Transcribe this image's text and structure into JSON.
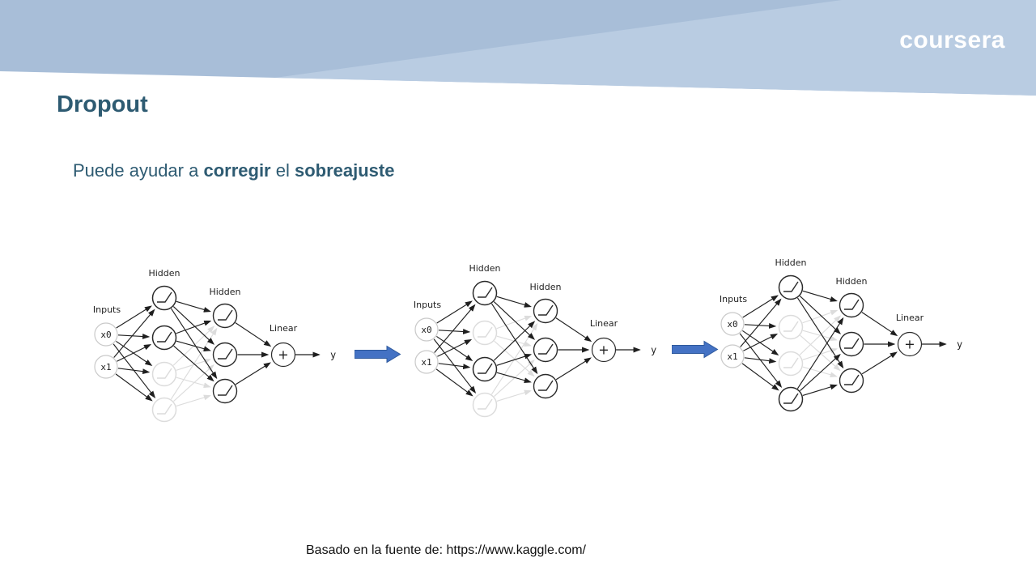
{
  "slide": {
    "logo_text": "coursera",
    "title": "Dropout",
    "subtitle": {
      "part1": "Puede ayudar a ",
      "bold1": "corregir",
      "part2": " el ",
      "bold2": "sobreajuste"
    },
    "footer": "Basado en la fuente de: https://www.kaggle.com/"
  },
  "colors": {
    "band_base": "#a8bed8",
    "band_light": "#b9cce2",
    "title_text": "#2e5b72",
    "arrow_fill": "#4472c4",
    "arrow_stroke": "#2e599c",
    "edge_dark": "#1f1f1f",
    "edge_light": "#dcdcdc",
    "input_circle": "#c9c9c9"
  },
  "diagram_labels": {
    "inputs": "Inputs",
    "hidden1": "Hidden",
    "hidden2": "Hidden",
    "linear": "Linear",
    "x0": "x0",
    "x1": "x1",
    "plus": "+",
    "y": "y"
  },
  "diagrams": [
    {
      "name": "network-diagram-1",
      "input_nodes": 2,
      "hidden1_nodes": 4,
      "hidden2_nodes": 3,
      "dropped_hidden1_nodes": [
        3,
        4
      ]
    },
    {
      "name": "network-diagram-2",
      "input_nodes": 2,
      "hidden1_nodes": 4,
      "hidden2_nodes": 3,
      "dropped_hidden1_nodes": [
        2,
        4
      ]
    },
    {
      "name": "network-diagram-3",
      "input_nodes": 2,
      "hidden1_nodes": 4,
      "hidden2_nodes": 3,
      "dropped_hidden1_nodes": [
        2,
        3
      ]
    }
  ]
}
